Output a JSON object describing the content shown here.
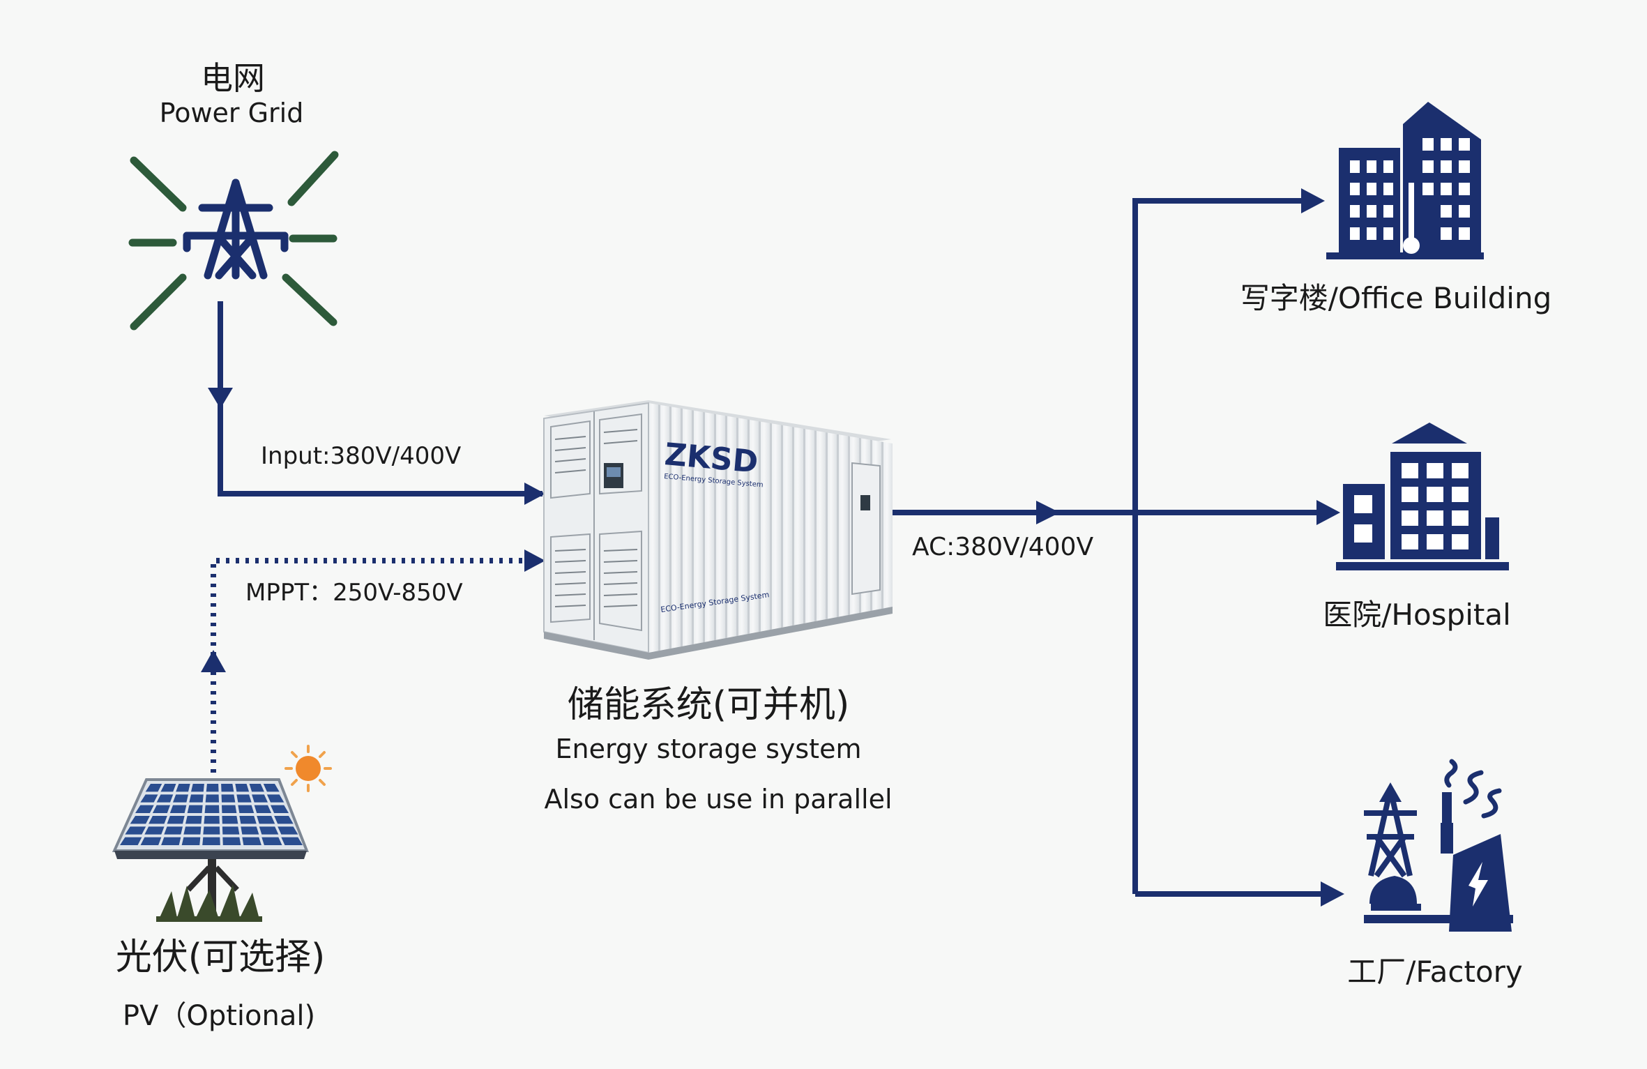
{
  "grid": {
    "title_cn": "电网",
    "title_en": "Power Grid"
  },
  "input_line": {
    "label": "Input:380V/400V"
  },
  "mppt_line": {
    "label": "MPPT：250V-850V"
  },
  "output_line": {
    "label": "AC:380V/400V"
  },
  "pv": {
    "title_cn": "光伏(可选择)",
    "title_en": "PV（Optional)"
  },
  "ess": {
    "brand": "ZKSD",
    "brand_sub": "ECO-Energy Storage System",
    "side_text": "ECO-Energy Storage System",
    "title_cn": "储能系统(可并机)",
    "line1": "Energy storage system",
    "line2": "Also can be use in parallel"
  },
  "loads": [
    {
      "id": "office",
      "label": "写字楼/Office Building"
    },
    {
      "id": "hospital",
      "label": "医院/Hospital"
    },
    {
      "id": "factory",
      "label": "工厂/Factory"
    }
  ],
  "colors": {
    "navy": "#1b2f6e",
    "grid_green": "#2d5a3a",
    "sun": "#f0892c",
    "panel": "#2a4d8f"
  },
  "icons": {
    "grid": "transmission-tower-icon",
    "pv": "solar-panel-icon",
    "sun": "sun-icon",
    "office": "office-building-icon",
    "hospital": "hospital-icon",
    "factory": "factory-icon"
  }
}
